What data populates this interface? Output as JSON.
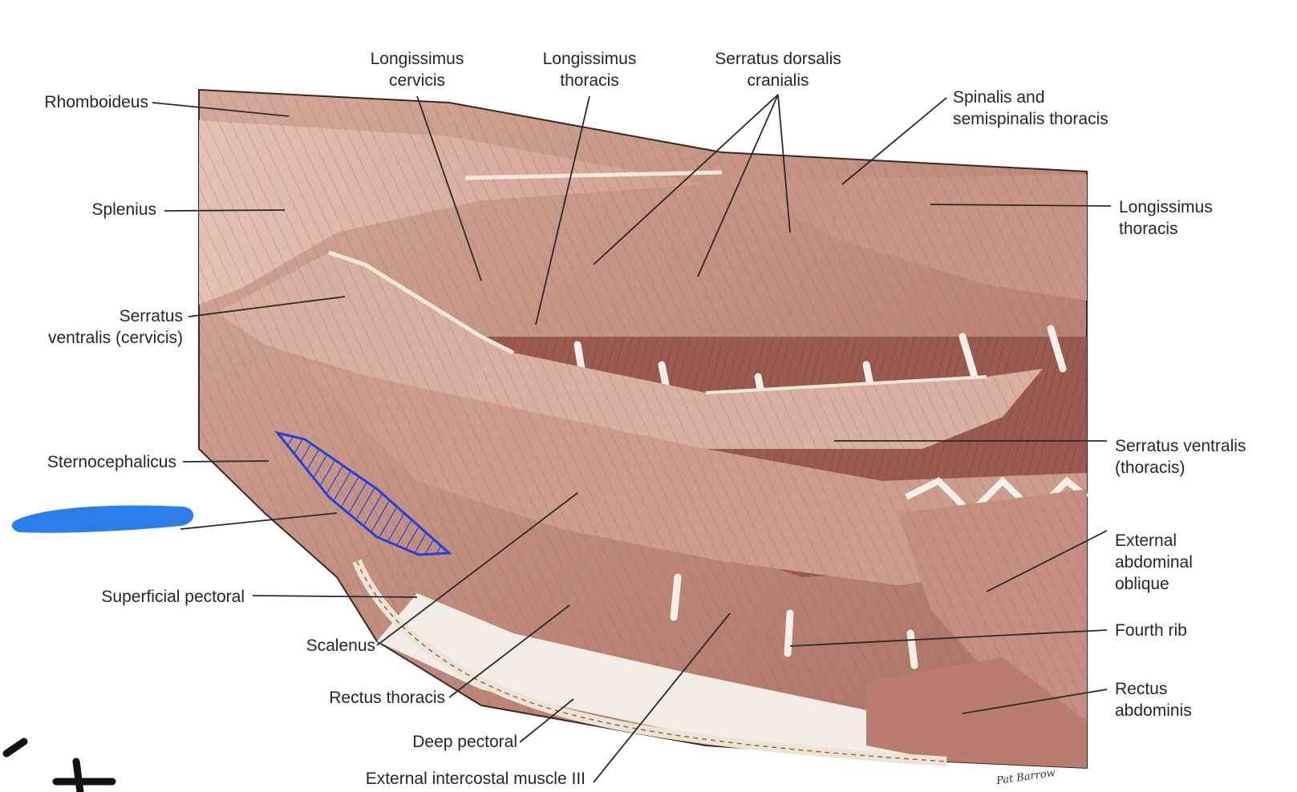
{
  "labels": {
    "rhomboideus": "Rhomboideus",
    "longissimus_cervicis": [
      "Longissimus",
      "cervicis"
    ],
    "longissimus_thoracis_top": [
      "Longissimus",
      "thoracis"
    ],
    "serratus_dorsalis_cranialis": [
      "Serratus dorsalis",
      "cranialis"
    ],
    "spinalis_semispinalis": [
      "Spinalis and",
      "semispinalis thoracis"
    ],
    "splenius": "Splenius",
    "longissimus_thoracis_right": [
      "Longissimus",
      "thoracis"
    ],
    "serratus_ventralis_cervicis": [
      "Serratus",
      "ventralis (cervicis)"
    ],
    "sternocephalicus": "Sternocephalicus",
    "serratus_ventralis_thoracis": [
      "Serratus ventralis",
      "(thoracis)"
    ],
    "external_abdominal_oblique": [
      "External",
      "abdominal",
      "oblique"
    ],
    "superficial_pectoral": "Superficial pectoral",
    "scalenus": "Scalenus",
    "fourth_rib": "Fourth rib",
    "rectus_thoracis": "Rectus thoracis",
    "rectus_abdominis": [
      "Rectus",
      "abdominis"
    ],
    "deep_pectoral": "Deep pectoral",
    "external_intercostal": "External intercostal muscle III"
  },
  "signature": "Pat Barrow",
  "colors": {
    "muscle": "#c99a8c",
    "muscle_dark": "#9e6256",
    "tendon": "#f4ece6",
    "leader": "#2a2a2a",
    "redaction": "#2b7de9",
    "highlight_outline": "#2540e0"
  }
}
